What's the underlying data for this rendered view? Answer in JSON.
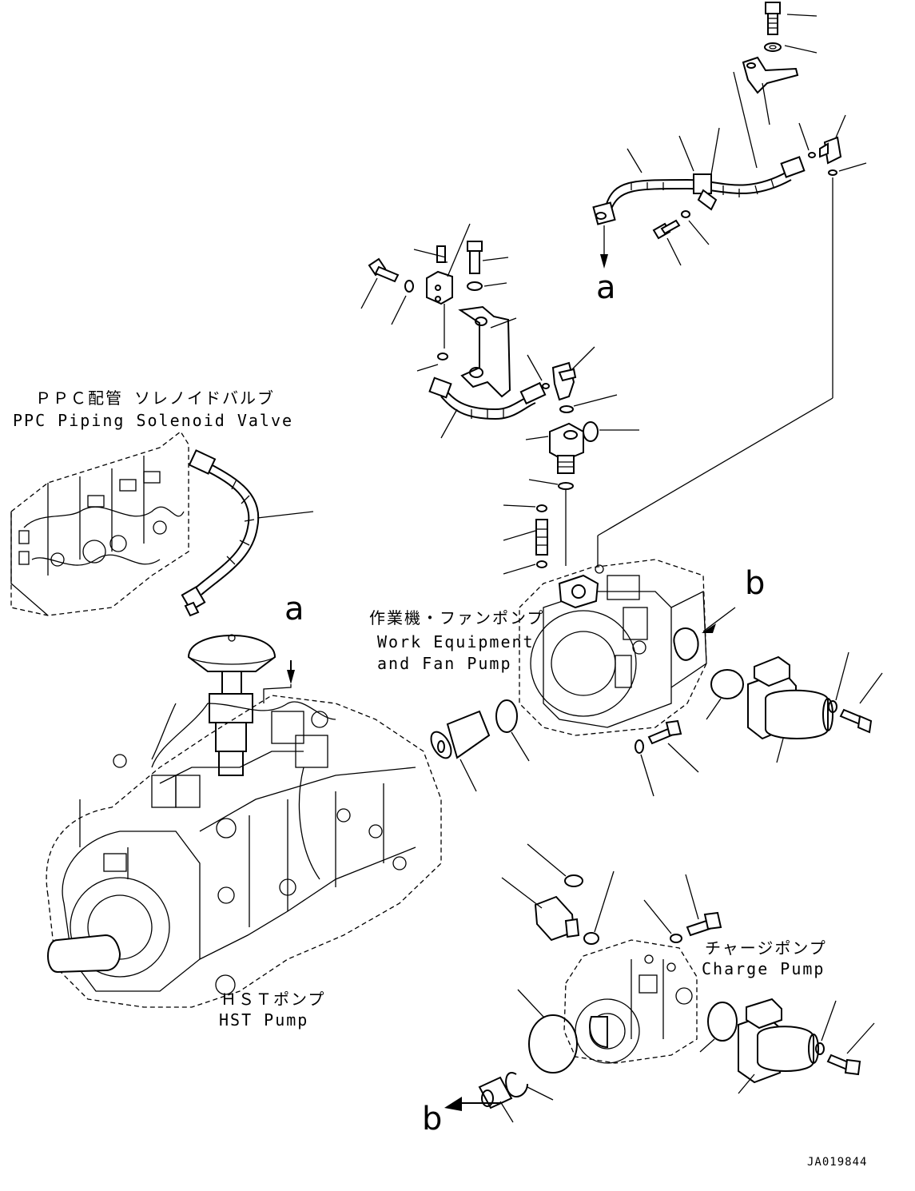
{
  "labels": {
    "ppc_jp": "ＰＰＣ配管 ソレノイドバルブ",
    "ppc_en": "PPC Piping Solenoid Valve",
    "work_jp": "作業機・ファンポンプ",
    "work_en_1": "Work Equipment",
    "work_en_2": "and Fan Pump",
    "charge_jp": "チャージポンプ",
    "charge_en": "Charge Pump",
    "hst_jp": "ＨＳＴポンプ",
    "hst_en": "HST Pump"
  },
  "refs": {
    "a_top": "a",
    "a_pump": "a",
    "b_top": "b",
    "b_bottom": "b"
  },
  "drawing_code": "JA019844"
}
